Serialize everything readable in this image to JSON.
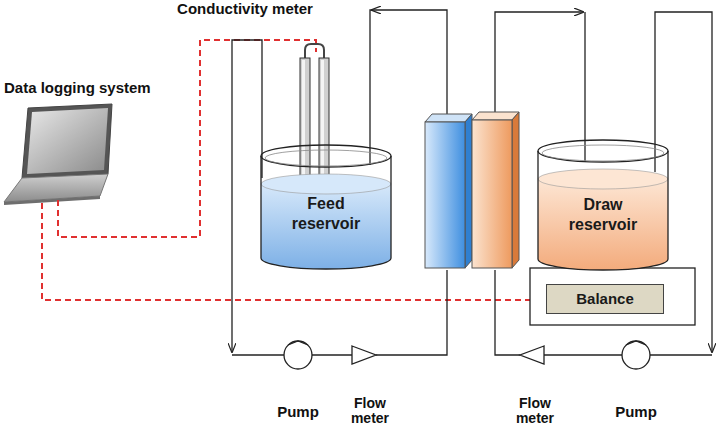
{
  "diagram": {
    "nodes": [
      {
        "text": [
          "Feed reservoir"
        ]
      },
      {
        "text": [
          "Draw reservoir"
        ]
      },
      {
        "text": [
          "Balance"
        ]
      }
    ],
    "labels": [
      "Conductivity meter",
      "Data logging system",
      "Pump",
      "Flow meter",
      "Flow meter",
      "Pump"
    ]
  }
}
